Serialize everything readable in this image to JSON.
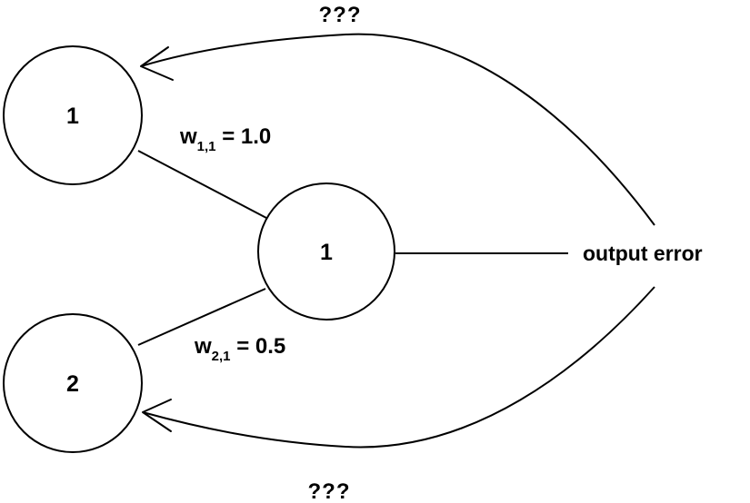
{
  "nodes": {
    "input_1": {
      "label": "1"
    },
    "input_2": {
      "label": "2"
    },
    "hidden_1": {
      "label": "1"
    }
  },
  "weights": {
    "w11": {
      "symbol": "w",
      "subscript": "1,1",
      "value_text": " = 1.0",
      "value": 1.0
    },
    "w21": {
      "symbol": "w",
      "subscript": "2,1",
      "value_text": " = 0.5",
      "value": 0.5
    }
  },
  "output": {
    "label": "output error"
  },
  "arrows": {
    "top_label": "???",
    "bottom_label": "???"
  },
  "colors": {
    "stroke": "#000000",
    "background": "#ffffff"
  }
}
